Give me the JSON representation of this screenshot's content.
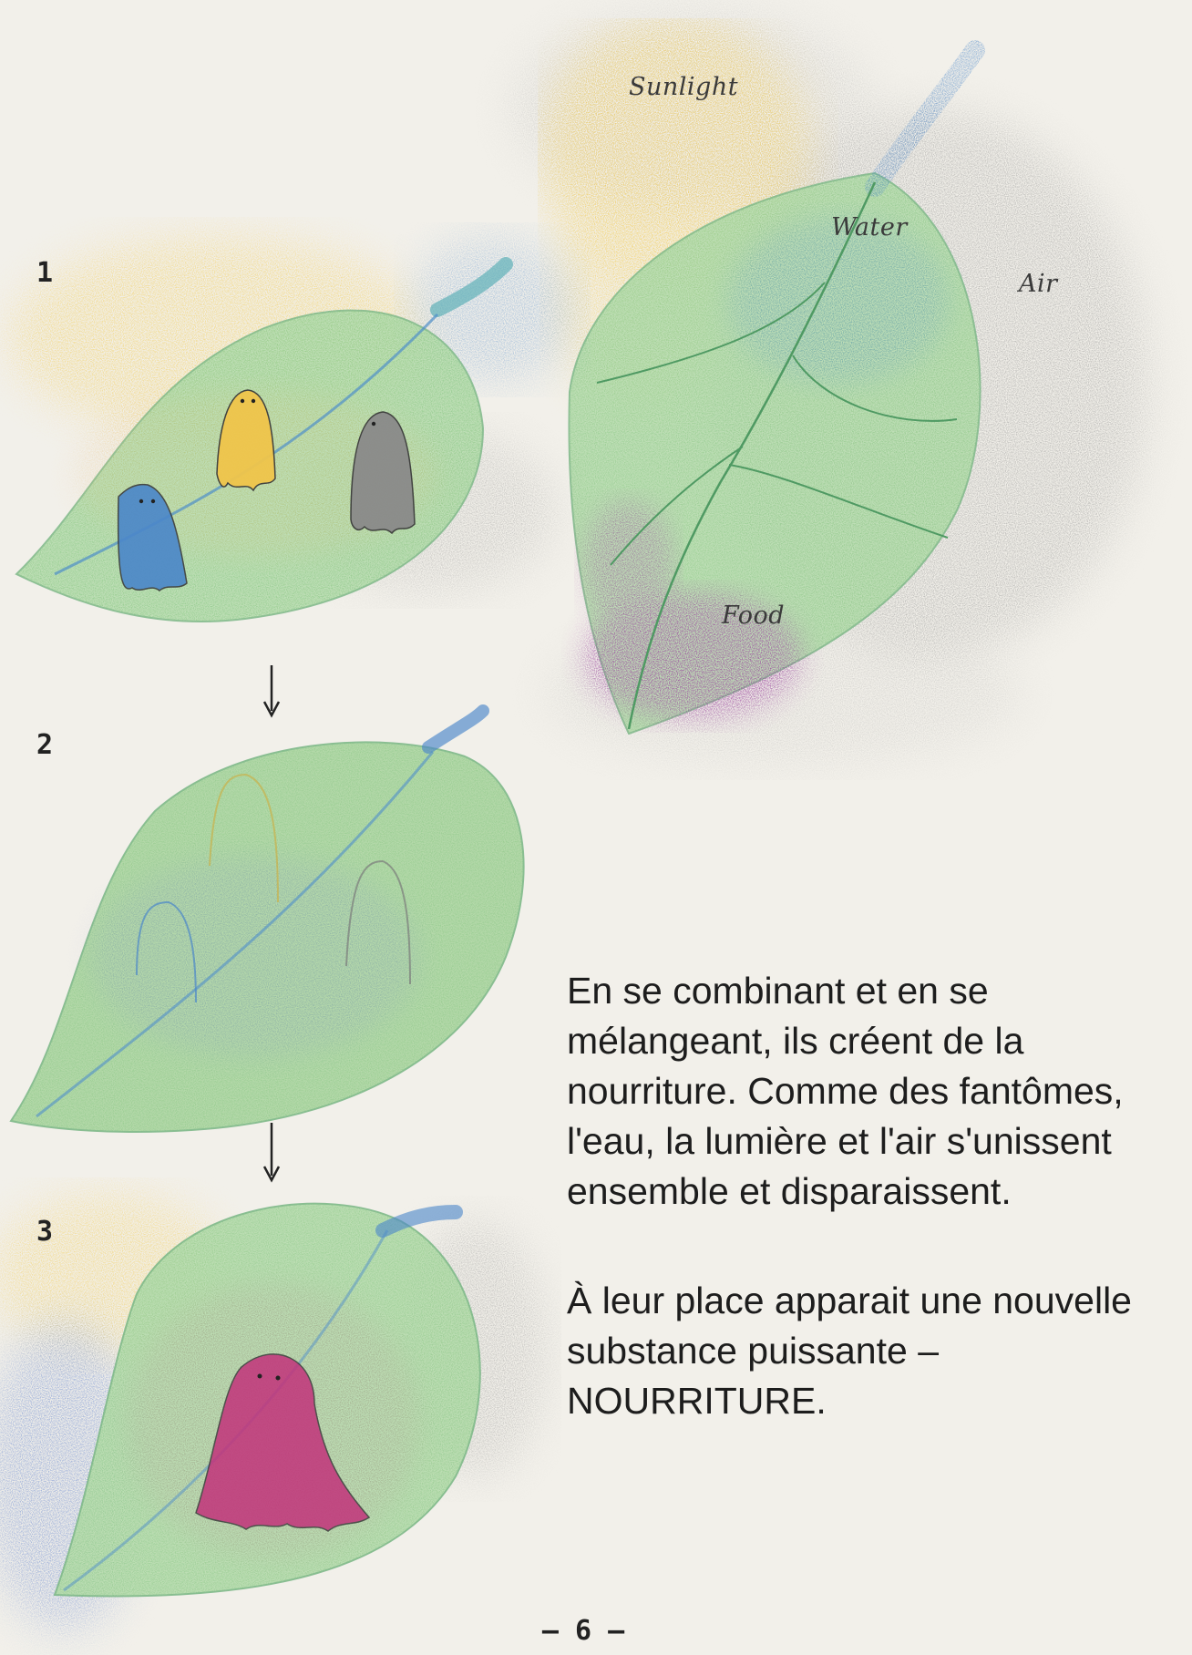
{
  "steps": {
    "step1": "1",
    "step2": "2",
    "step3": "3"
  },
  "labels": {
    "sunlight": "Sunlight",
    "water": "Water",
    "air": "Air",
    "food": "Food"
  },
  "text": {
    "paragraph1": "En se combinant et en se mélangeant, ils créent de la nourriture. Comme des fantômes, l'eau, la lumière et l'air s'unissent ensemble et disparaissent.",
    "paragraph2": "À leur place apparait une nouvelle substance puissante – NOURRITURE."
  },
  "page_number": "– 6 –",
  "colors": {
    "background": "#f2f0ea",
    "leaf_green": "#a8d4a0",
    "sunlight_yellow": "#f3cf5b",
    "water_blue": "#4a86c9",
    "air_grey": "#8f8f8f",
    "food_purple": "#9b3aa0",
    "ghost_pink": "#c2327a"
  },
  "icons": {
    "arrow": "arrow-down-icon",
    "ghost": "ghost-icon",
    "leaf": "leaf-icon"
  }
}
